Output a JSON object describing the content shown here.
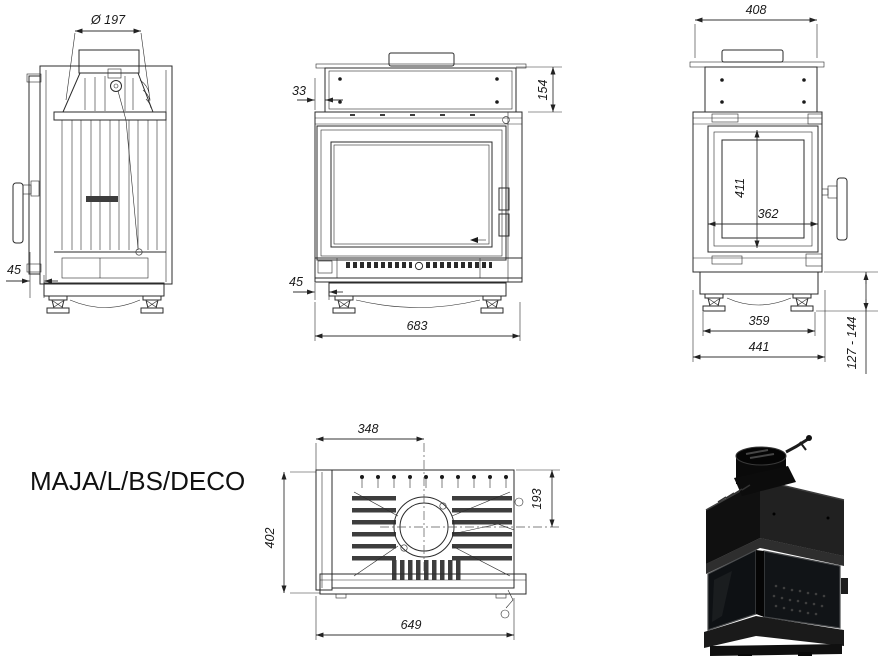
{
  "sheet": {
    "title": "MAJA/L/BS/DECO"
  },
  "views": {
    "rear": {
      "dims": {
        "flue_diameter": "Ø 197",
        "side_offset": "45"
      }
    },
    "front": {
      "dims": {
        "hood_offset": "33",
        "hood_height": "154",
        "base_offset": "45",
        "overall_width": "683"
      }
    },
    "side": {
      "dims": {
        "overall_depth": "408",
        "glass_height": "411",
        "glass_width": "362",
        "feet_span": "359",
        "base_depth": "441",
        "leg_height_range": "127 - 144"
      }
    },
    "top": {
      "dims": {
        "flue_from_side": "348",
        "flue_from_rear": "193",
        "body_depth": "402",
        "overall_width": "649"
      }
    }
  }
}
